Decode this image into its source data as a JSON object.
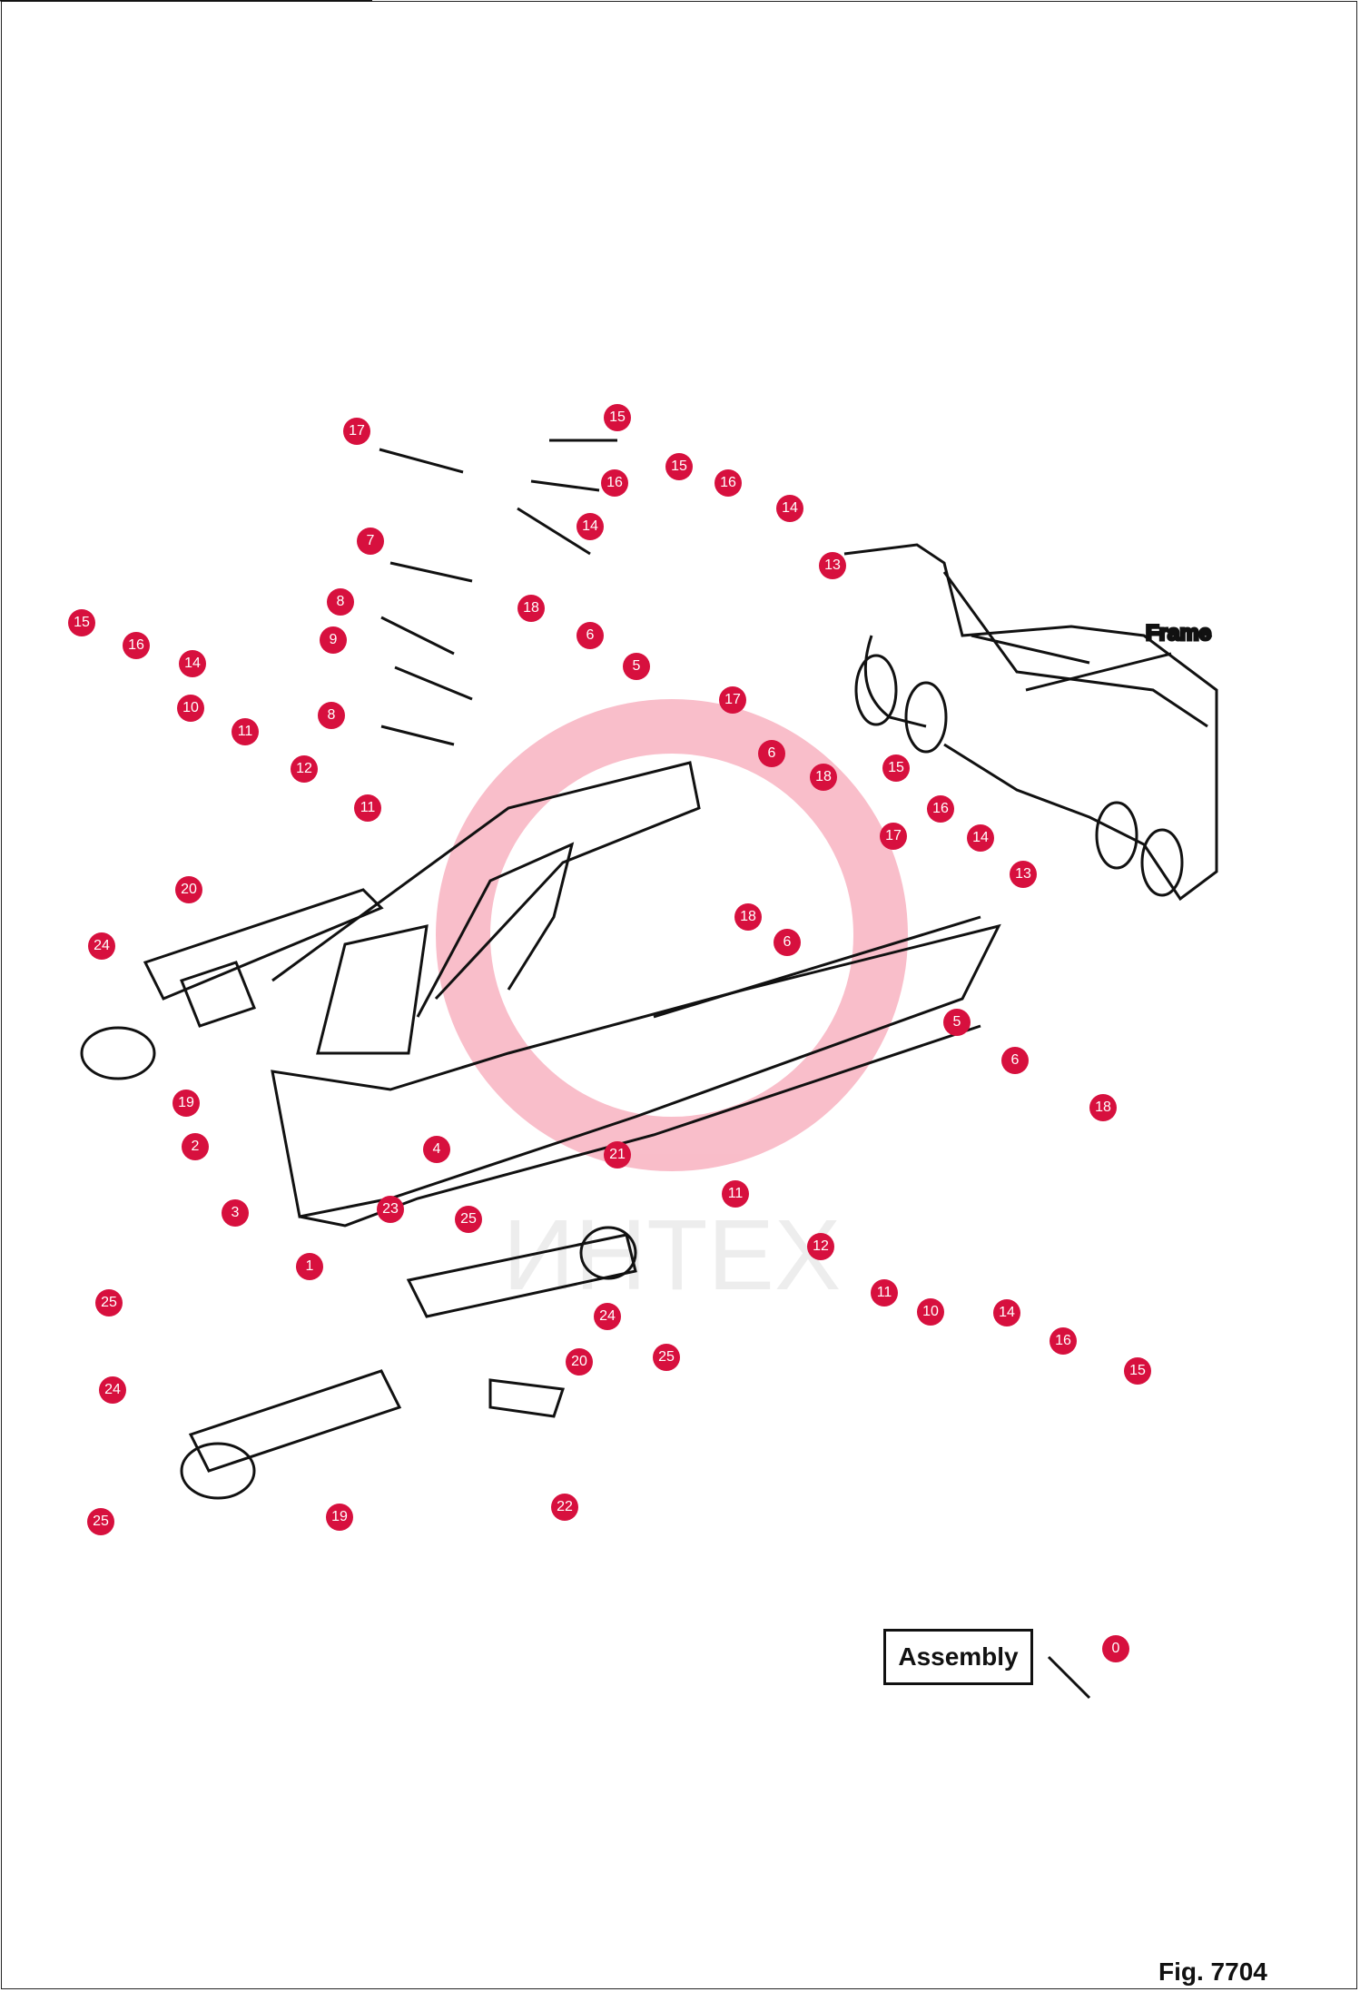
{
  "frame_label": "Frame",
  "assembly_label": "Assembly",
  "figure_label": "Fig. 7704",
  "watermark": "ИНТЕХ",
  "callouts": [
    "17",
    "15",
    "16",
    "14",
    "7",
    "15",
    "16",
    "14",
    "13",
    "8",
    "9",
    "18",
    "6",
    "5",
    "15",
    "16",
    "14",
    "10",
    "11",
    "12",
    "17",
    "6",
    "18",
    "8",
    "11",
    "15",
    "16",
    "14",
    "13",
    "17",
    "20",
    "18",
    "6",
    "24",
    "5",
    "6",
    "19",
    "18",
    "2",
    "4",
    "21",
    "11",
    "3",
    "23",
    "25",
    "12",
    "1",
    "11",
    "10",
    "14",
    "16",
    "15",
    "25",
    "24",
    "20",
    "25",
    "24",
    "19",
    "22",
    "25",
    "0"
  ],
  "colors": {
    "callout": "#d7103e",
    "line": "#111111",
    "watermark": "#f2b8b8"
  }
}
